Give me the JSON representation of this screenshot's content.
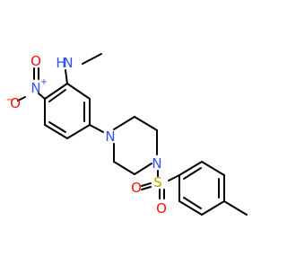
{
  "molecule": {
    "atoms": {
      "nh": "N",
      "nh_h": "H",
      "n_nitro": "N",
      "n_nitro_charge": "+",
      "o_minus": "O",
      "o_minus_charge": "−",
      "o_double": "O",
      "n_pip1": "N",
      "n_pip2": "N",
      "s": "S",
      "o_s1": "O",
      "o_s2": "O"
    },
    "colors": {
      "bond": "#000000",
      "nitrogen": "#3050F8",
      "oxygen": "#FF0D0D",
      "sulfur": "#B8A000"
    }
  }
}
